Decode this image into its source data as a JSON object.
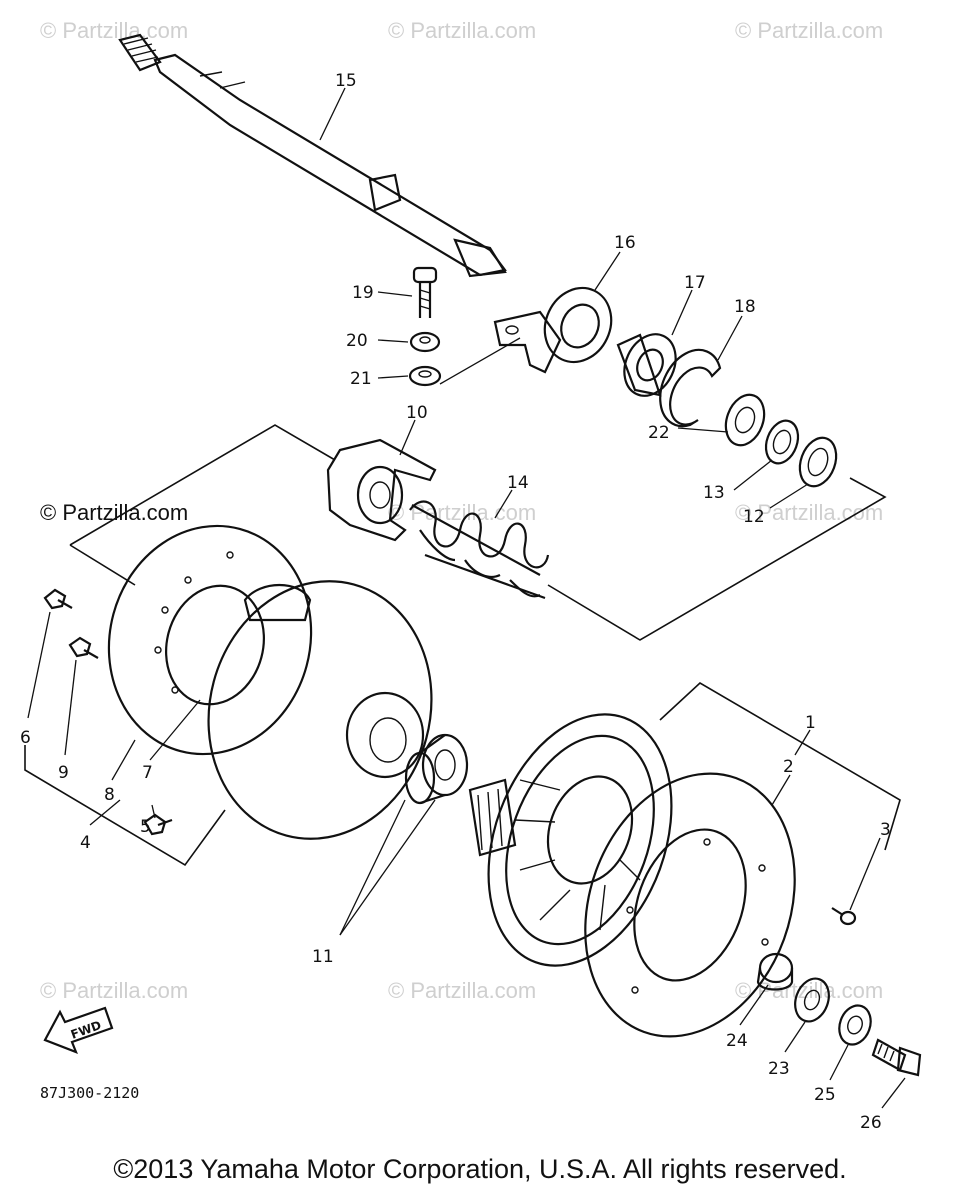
{
  "watermarks": {
    "top_left": "© Partzilla.com",
    "top_center": "© Partzilla.com",
    "top_right": "© Partzilla.com",
    "mid_left": "© Partzilla.com",
    "mid_center": "© Partzilla.com",
    "mid_right": "© Partzilla.com",
    "bottom_left": "© Partzilla.com",
    "bottom_center": "© Partzilla.com",
    "bottom_right": "© Partzilla.com"
  },
  "callouts": {
    "c1": "1",
    "c2": "2",
    "c3": "3",
    "c4": "4",
    "c5": "5",
    "c6": "6",
    "c7": "7",
    "c8": "8",
    "c9": "9",
    "c10": "10",
    "c11": "11",
    "c12": "12",
    "c13": "13",
    "c14": "14",
    "c15": "15",
    "c16": "16",
    "c17": "17",
    "c18": "18",
    "c19": "19",
    "c20": "20",
    "c21": "21",
    "c22": "22",
    "c23": "23",
    "c24": "24",
    "c25": "25",
    "c26": "26"
  },
  "fwd_label": "FWD",
  "diagram_code": "87J300-2120",
  "copyright": "©2013 Yamaha Motor Corporation, U.S.A. All rights reserved."
}
